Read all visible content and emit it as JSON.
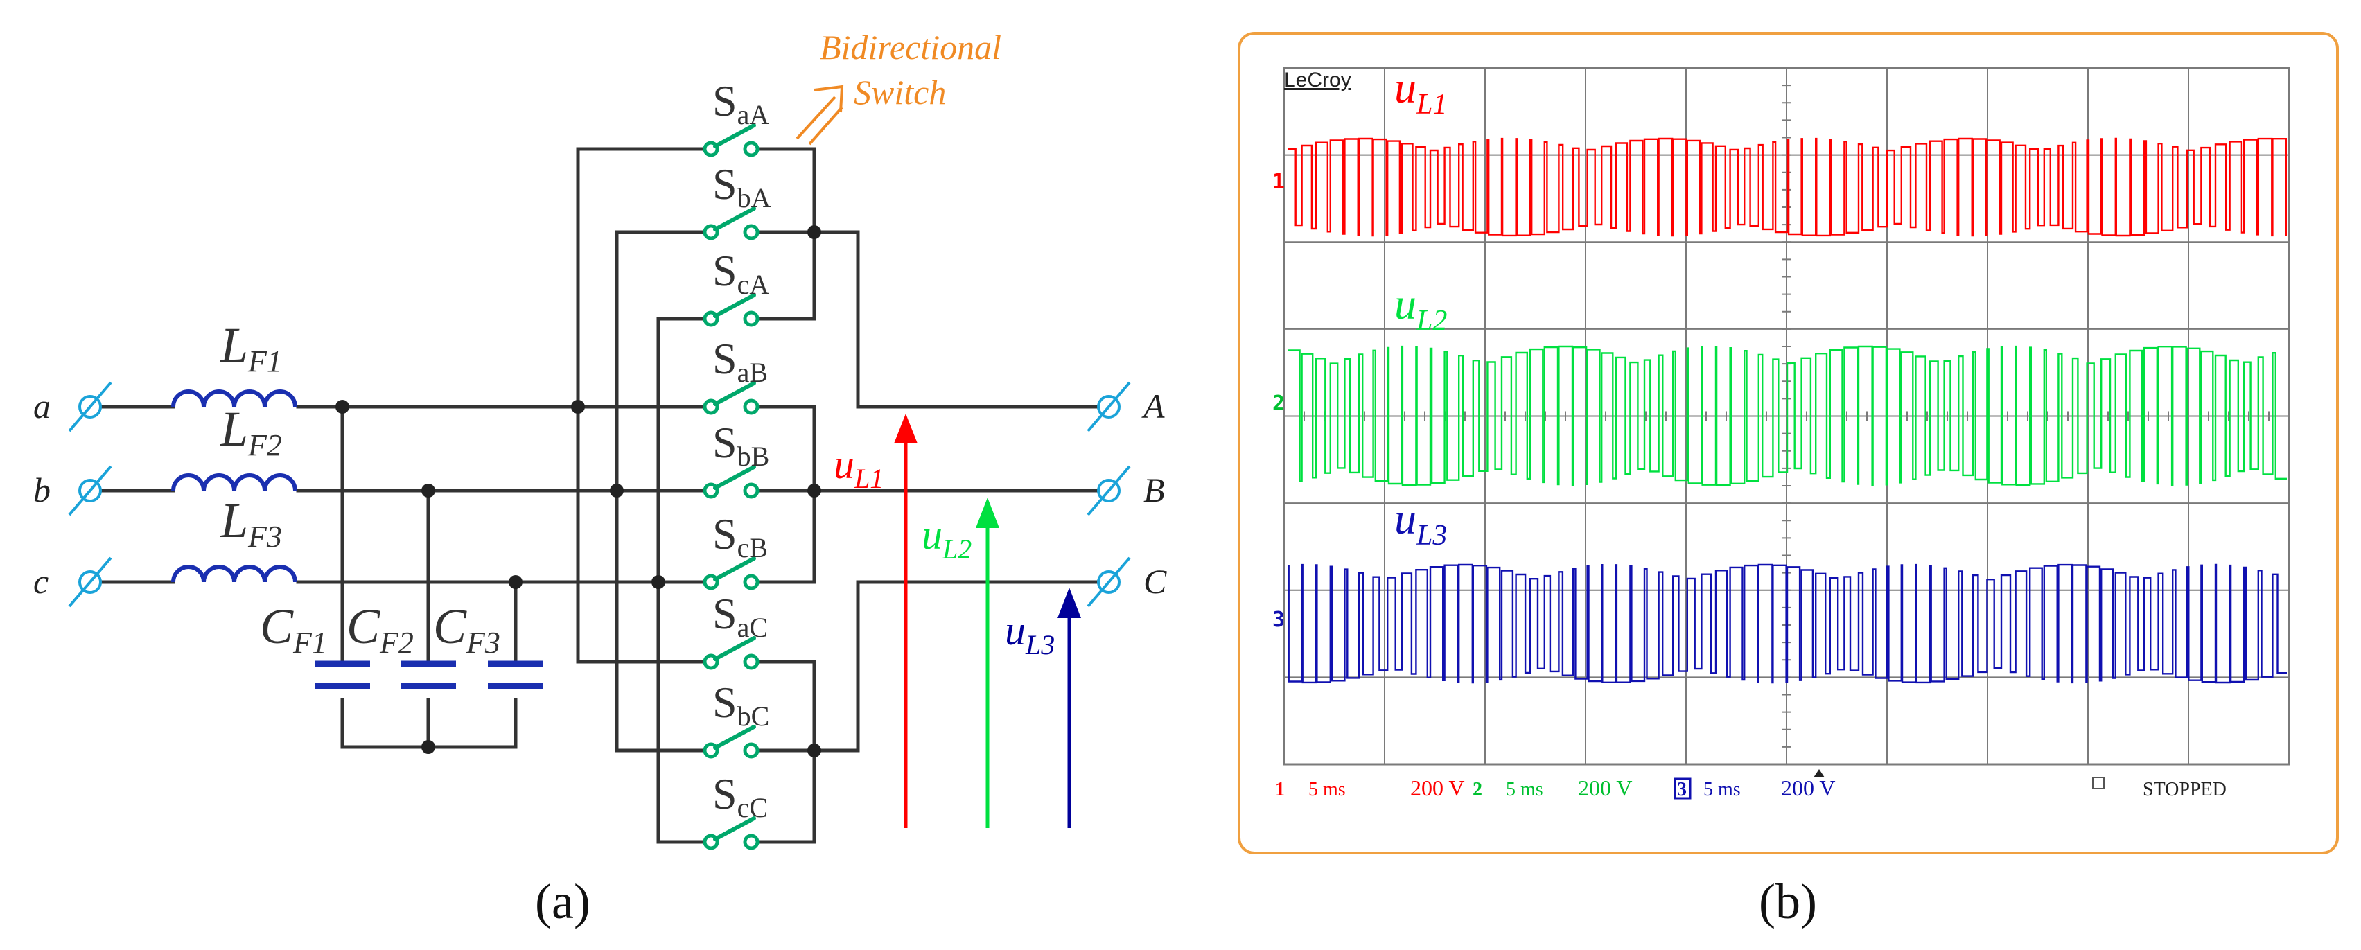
{
  "panel_a": {
    "caption": "(a)",
    "switch_annotation": {
      "line1": "Bidirectional",
      "line2": "Switch"
    },
    "inputs": [
      {
        "label": "a",
        "inductor_main": "L",
        "inductor_sub": "F1"
      },
      {
        "label": "b",
        "inductor_main": "L",
        "inductor_sub": "F2"
      },
      {
        "label": "c",
        "inductor_main": "L",
        "inductor_sub": "F3"
      }
    ],
    "capacitors": [
      {
        "main": "C",
        "sub": "F1"
      },
      {
        "main": "C",
        "sub": "F2"
      },
      {
        "main": "C",
        "sub": "F3"
      }
    ],
    "switches": [
      {
        "main": "S",
        "sub": "aA"
      },
      {
        "main": "S",
        "sub": "bA"
      },
      {
        "main": "S",
        "sub": "cA"
      },
      {
        "main": "S",
        "sub": "aB"
      },
      {
        "main": "S",
        "sub": "bB"
      },
      {
        "main": "S",
        "sub": "cB"
      },
      {
        "main": "S",
        "sub": "aC"
      },
      {
        "main": "S",
        "sub": "bC"
      },
      {
        "main": "S",
        "sub": "cC"
      }
    ],
    "outputs": [
      "A",
      "B",
      "C"
    ],
    "voltage_arrows": [
      {
        "main": "u",
        "sub": "L1",
        "color": "#ff0000"
      },
      {
        "main": "u",
        "sub": "L2",
        "color": "#00e040"
      },
      {
        "main": "u",
        "sub": "L3",
        "color": "#000099"
      }
    ],
    "colors": {
      "wire": "#333333",
      "inductor": "#1a2fb0",
      "capacitor": "#1a2fb0",
      "switch": "#00a86b",
      "terminal": "#1aa3d9",
      "annotation": "#f08a24"
    }
  },
  "panel_b": {
    "caption": "(b)",
    "brand": "LeCroy",
    "status": "STOPPED",
    "frame_color": "#f0a040",
    "grid_color": "#7a7a7a",
    "channels": [
      {
        "number": "1",
        "marker": "1",
        "label_main": "u",
        "label_sub": "L1",
        "color": "#ff0000",
        "timebase": "5 ms",
        "voltage": "200 V"
      },
      {
        "number": "2",
        "marker": "2",
        "label_main": "u",
        "label_sub": "L2",
        "color": "#00e040",
        "timebase": "5 ms",
        "voltage": "200 V"
      },
      {
        "number": "3",
        "marker": "3",
        "label_main": "u",
        "label_sub": "L3",
        "color": "#1010b0",
        "timebase": "5 ms",
        "voltage": "200 V"
      }
    ]
  }
}
